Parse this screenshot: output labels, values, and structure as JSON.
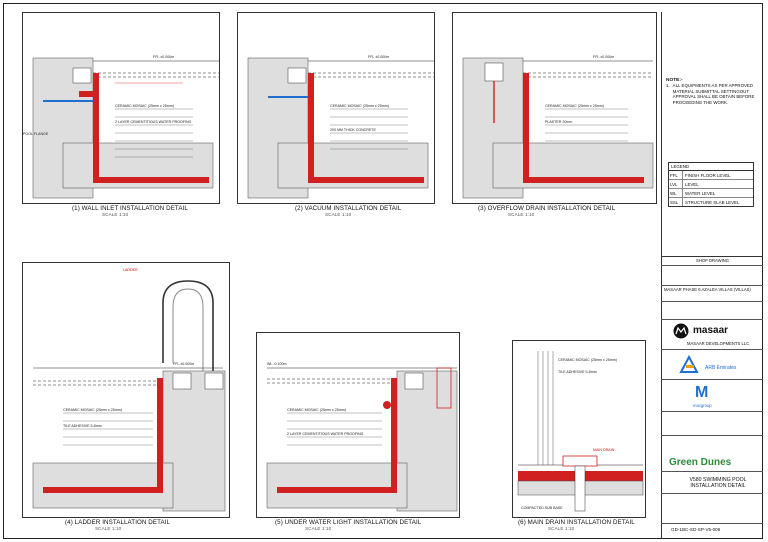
{
  "notes": {
    "heading": "NOTE:-",
    "item_number": "1.",
    "item_text": "ALL EQUIPMENTS AS PER APPROVED MATERIAL SUBMITTAL SETTINGOUT APPROVAL SHALL BE OBTAIN BEFORE PROCEEDING THE WORK."
  },
  "legend": {
    "heading": "LEGEND",
    "items": [
      {
        "code": "FFL",
        "label": "FINISH FLOOR LEVEL"
      },
      {
        "code": "LVL",
        "label": "LEVEL"
      },
      {
        "code": "WL",
        "label": "WATER LEVEL"
      },
      {
        "code": "SSL",
        "label": "STRUCTURE SLAB LEVEL"
      }
    ]
  },
  "details": [
    {
      "title": "(1) WALL INLET INSTALLATION DETAIL",
      "scale": "SCALE  1:10"
    },
    {
      "title": "(2) VACUUM INSTALLATION DETAIL",
      "scale": "SCALE  1:10"
    },
    {
      "title": "(3) OVERFLOW DRAIN INSTALLATION DETAIL",
      "scale": "SCALE  1:10"
    },
    {
      "title": "(4) LADDER INSTALLATION DETAIL",
      "scale": "SCALE  1:10"
    },
    {
      "title": "(5) UNDER WATER LIGHT INSTALLATION DETAIL",
      "scale": "SCALE  1:10"
    },
    {
      "title": "(6) MAIN DRAIN INSTALLATION DETAIL",
      "scale": "SCALE  1:10"
    }
  ],
  "annotations": {
    "mosaic": "CERAMIC MOSAIC (25mm x 25mm)",
    "adhesive": "TILE ADHESIVE 5-8mm",
    "waterproof": "2 LAYER CEMENTITIOUS WATER PROOFING",
    "plaster": "PLASTER 20mm",
    "concrete": "200 MM THICK CONCRETE",
    "level_ffl": "FFL ±0.000m",
    "level_wl": "WL -0.100m",
    "pool_flange": "POOL FLANGE",
    "ladder": "LADDER",
    "drain": "MAIN DRAIN",
    "compacted": "COMPACTED SUB BASE"
  },
  "title_block": {
    "shop_drawing": "SHOP DRAWING",
    "project": "MASAAR PHASE 6 AZALEA VILLAS (VILLAS)",
    "client": "masaar",
    "client_sub": "MASAAR DEVELOPMENTS LLC",
    "contractor": "ARB Emirates",
    "subcontractor": "macgroup",
    "green": "Green Dunes",
    "drawing_title": "V580 SWIMMING POOL INSTALLATION DETAIL",
    "drawing_no": "GD-1BC-SD-SP-V5-006"
  },
  "colors": {
    "pipe": "#e02020",
    "water": "#1d1d1d",
    "concrete": "#d9d9d9",
    "accent_blue": "#1f6fd0",
    "accent_green": "#2e8b3d"
  }
}
